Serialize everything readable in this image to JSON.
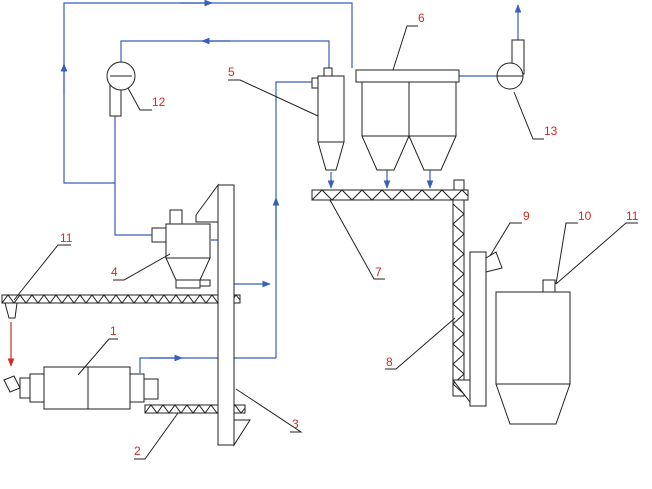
{
  "diagram": {
    "colors": {
      "equipment_line": "#222222",
      "flow_line": "#3a5fb8",
      "label_text": "#d22a2a"
    },
    "labels": {
      "l1": "1",
      "l2": "2",
      "l3": "3",
      "l4": "4",
      "l5": "5",
      "l6": "6",
      "l7": "7",
      "l8": "8",
      "l9": "9",
      "l10": "10",
      "l11a": "11",
      "l11b": "11",
      "l12": "12",
      "l13": "13"
    }
  }
}
